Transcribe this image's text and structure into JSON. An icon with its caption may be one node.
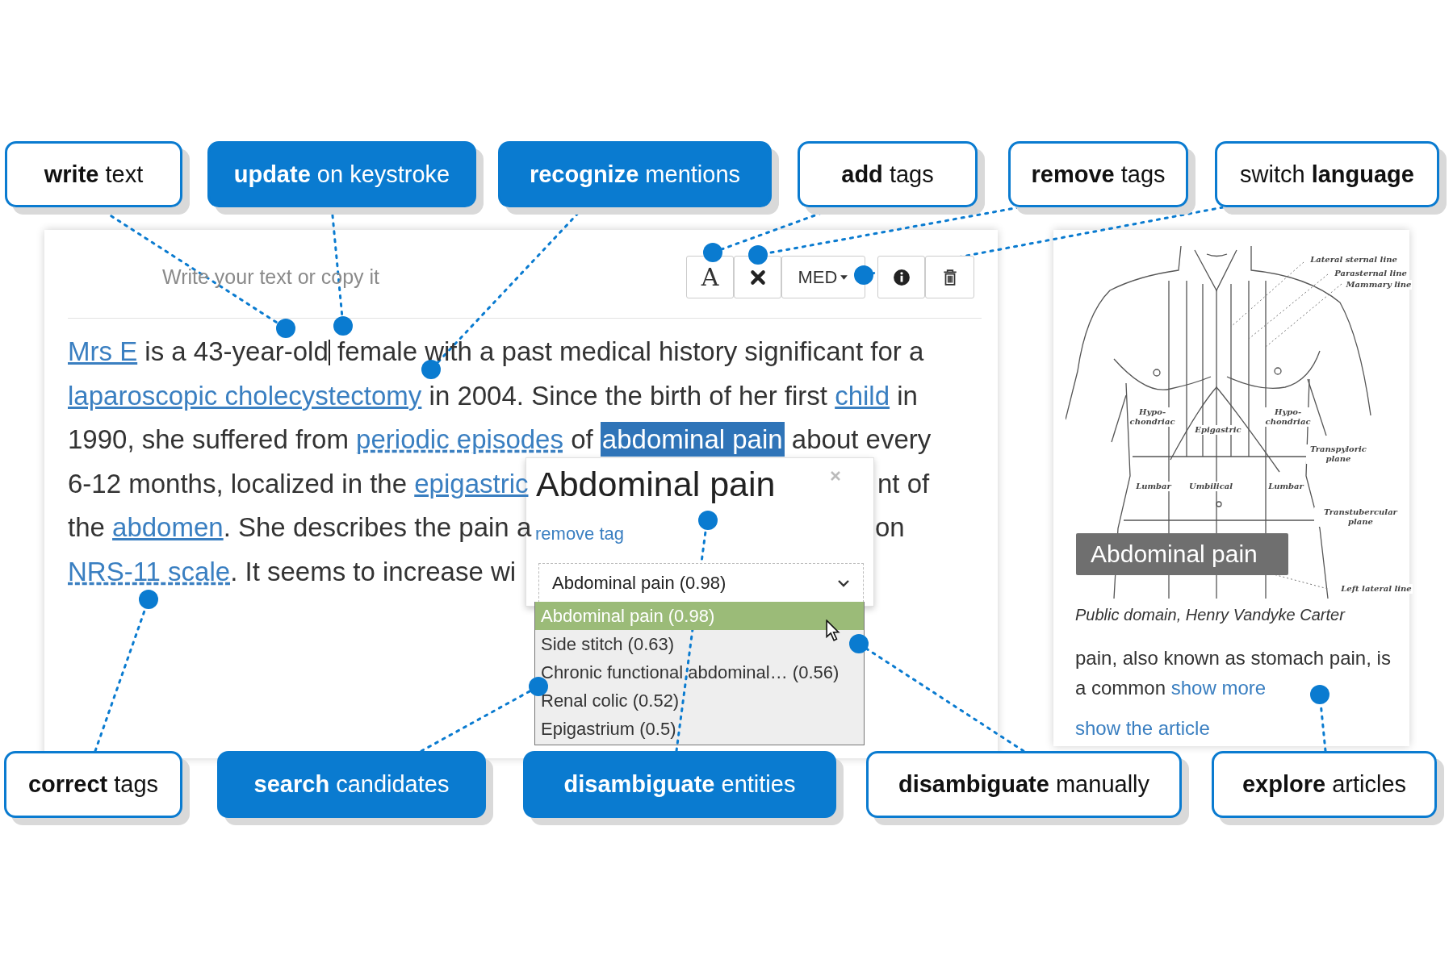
{
  "diagram": {
    "nodes": [
      {
        "text": [
          "**write** text"
        ]
      },
      {
        "text": [
          "**update** on keystroke"
        ]
      },
      {
        "text": [
          "**recognize** mentions"
        ]
      },
      {
        "text": [
          "**add** tags"
        ]
      },
      {
        "text": [
          "**remove** tags"
        ]
      },
      {
        "text": [
          "switch **language**"
        ]
      },
      {
        "text": [
          "Write your text or copy it"
        ]
      },
      {
        "text": [
          "A"
        ],
        "in": 6
      },
      {
        "text": [],
        "shape": "box",
        "in": 6
      },
      {
        "text": [
          "MED"
        ],
        "in": 6
      },
      {
        "text": [],
        "shape": "box",
        "in": 6
      },
      {
        "text": [],
        "shape": "box",
        "in": 6
      },
      {
        "text": [
          "Abdominal pain",
          "remove tag"
        ],
        "in": 6
      },
      {
        "text": [
          "Abdominal pain (0.98)"
        ],
        "in": 12
      },
      {
        "text": [
          "Abdominal pain (0.98)",
          "Side stitch (0.63)",
          "Chronic functional abdominal… (0.56)",
          "Renal colic (0.52)",
          "Epigastrium (0.5)"
        ],
        "in": 6
      },
      {
        "text": [
          "Public domain, Henry Vandyke Carter",
          "pain, also known as stomach pain, is a common",
          "show more",
          "show the article"
        ]
      },
      {
        "text": [
          "Abdominal pain"
        ],
        "in": 15
      },
      {
        "text": [
          "**correct** tags"
        ]
      },
      {
        "text": [
          "**search** candidates"
        ]
      },
      {
        "text": [
          "**disambiguate** entities"
        ]
      },
      {
        "text": [
          "**disambiguate** manually"
        ]
      },
      {
        "text": [
          "**explore** articles"
        ]
      },
      {
        "text": [],
        "shape": "circle",
        "in": 6
      },
      {
        "text": [],
        "shape": "circle",
        "in": 6
      },
      {
        "text": [],
        "shape": "circle",
        "in": 6
      },
      {
        "text": [],
        "shape": "circle",
        "in": 6
      },
      {
        "text": [],
        "shape": "circle",
        "in": 6
      },
      {
        "text": [],
        "shape": "circle",
        "in": 6
      },
      {
        "text": [],
        "shape": "circle",
        "in": 6
      },
      {
        "text": [],
        "shape": "circle",
        "in": 6
      },
      {
        "text": [],
        "shape": "circle",
        "in": 12
      },
      {
        "text": [],
        "shape": "circle",
        "in": 6
      },
      {
        "text": [],
        "shape": "circle",
        "in": 15
      }
    ],
    "edges": [
      {
        "from": 0,
        "to": 22,
        "arrow": "none",
        "style": "dashed"
      },
      {
        "from": 1,
        "to": 23,
        "arrow": "none",
        "style": "dashed"
      },
      {
        "from": 2,
        "to": 24,
        "arrow": "none",
        "style": "dashed"
      },
      {
        "from": 3,
        "to": 25,
        "arrow": "none",
        "style": "dashed"
      },
      {
        "from": 4,
        "to": 26,
        "arrow": "none",
        "style": "dashed"
      },
      {
        "from": 5,
        "to": 27,
        "arrow": "none",
        "style": "dashed"
      },
      {
        "from": 17,
        "to": 28,
        "arrow": "none",
        "style": "dashed"
      },
      {
        "from": 18,
        "to": 29,
        "arrow": "none",
        "style": "dashed"
      },
      {
        "from": 19,
        "to": 30,
        "arrow": "none",
        "style": "dashed"
      },
      {
        "from": 20,
        "to": 31,
        "arrow": "none",
        "style": "dashed"
      },
      {
        "from": 21,
        "to": 32,
        "arrow": "none",
        "style": "dashed"
      }
    ],
    "labels": [
      "Mrs E",
      "is a 43-year-old",
      "female with a past medical history significant for a",
      "laparoscopic cholecystectomy",
      "in 2004. Since the birth of her first",
      "child",
      "in",
      "1990, she suffered from",
      "periodic episodes",
      "of",
      "abdominal pain",
      "about every",
      "6-12 months, localized in the",
      "epigastric",
      "nt of",
      "the",
      "abdomen",
      ". She describes the pain a",
      "on",
      "NRS-11 scale",
      ". It seems to increase wi",
      "Lateral sternal line",
      "Parasternal line",
      "Mammary line",
      "Hypo- chondriac",
      "Hypo- chondriac",
      "Epigastric",
      "Transpyloric plane",
      "Lumbar",
      "Umbilical",
      "Lumbar",
      "Transtubercular plane",
      "Left lateral line"
    ]
  }
}
